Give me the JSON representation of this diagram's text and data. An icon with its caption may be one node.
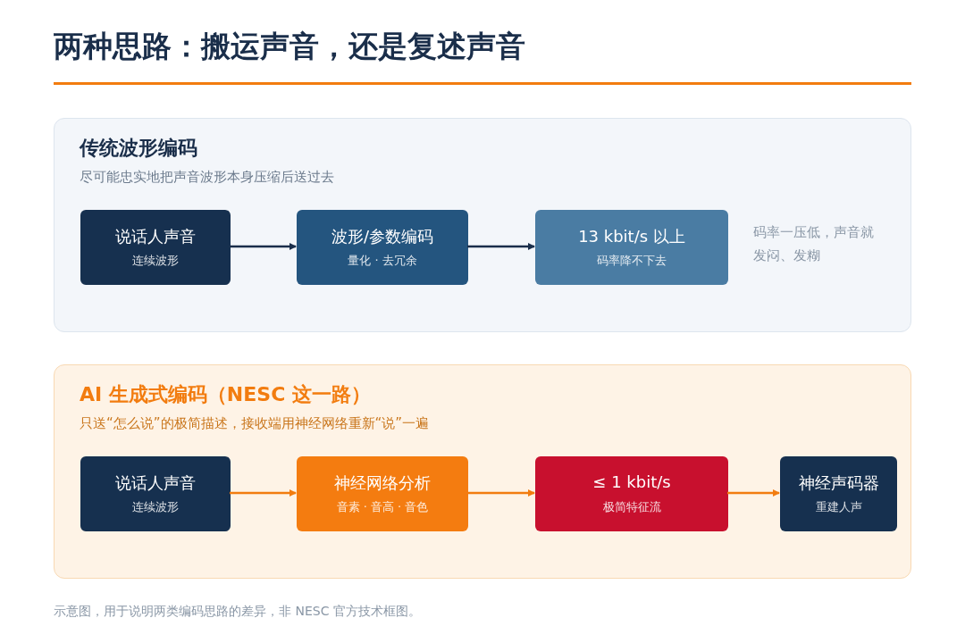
{
  "diagram": {
    "title": "两种思路：搬运声音，还是复述声音",
    "caption": "示意图，用于说明两类编码思路的差异，非 NESC 官方技术框图。",
    "nodes": [
      {
        "text": [
          "传统波形编码",
          "尽可能忠实地把声音波形本身压缩后送过去"
        ]
      },
      {
        "text": [
          "说话人声音",
          "连续波形"
        ],
        "in": 0
      },
      {
        "text": [
          "波形/参数编码",
          "量化 · 去冗余"
        ],
        "in": 0
      },
      {
        "text": [
          "13 kbit/s 以上",
          "码率降不下去"
        ],
        "in": 0,
        "beside": [
          "码率一压低，声音就发闷、发糊"
        ]
      },
      {
        "text": [
          "AI 生成式编码（NESC 这一路）",
          "只送“怎么说”的极简描述，接收端用神经网络重新“说”一遍"
        ]
      },
      {
        "text": [
          "说话人声音",
          "连续波形"
        ],
        "in": 4
      },
      {
        "text": [
          "神经网络分析",
          "音素 · 音高 · 音色"
        ],
        "in": 4
      },
      {
        "text": [
          "≤ 1 kbit/s",
          "极简特征流"
        ],
        "in": 4
      },
      {
        "text": [
          "神经声码器",
          "重建人声"
        ],
        "in": 4
      }
    ],
    "edges": [
      {
        "from": 1,
        "to": 2,
        "arrow": "to",
        "color": "#1a2e4a"
      },
      {
        "from": 2,
        "to": 3,
        "arrow": "to",
        "color": "#1a2e4a"
      },
      {
        "from": 5,
        "to": 6,
        "arrow": "to",
        "color": "#f27c0f"
      },
      {
        "from": 6,
        "to": 7,
        "arrow": "to",
        "color": "#f27c0f"
      },
      {
        "from": 7,
        "to": 8,
        "arrow": "to",
        "color": "#f27c0f"
      }
    ]
  }
}
